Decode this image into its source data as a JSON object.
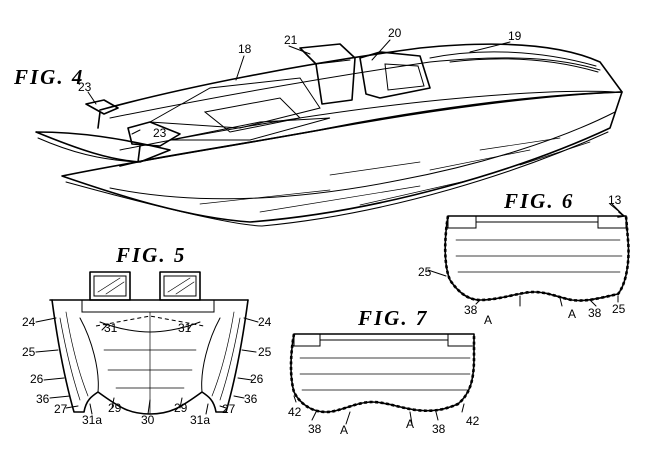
{
  "figures": {
    "fig4": "FIG. 4",
    "fig5": "FIG. 5",
    "fig6": "FIG. 6",
    "fig7": "FIG. 7"
  },
  "fig4_labels": {
    "hull_main": "19",
    "windshield": "20",
    "console": "21",
    "seat": "18",
    "engine_left": "23",
    "engine_right": "23"
  },
  "fig5_labels": {
    "left_24": "24",
    "right_24": "24",
    "left_25": "25",
    "right_25": "25",
    "left_26": "26",
    "right_26": "26",
    "left_36": "36",
    "right_36": "36",
    "left_27": "27",
    "right_27": "27",
    "left_31a": "31a",
    "right_31a": "31a",
    "left_29": "29",
    "right_29": "29",
    "center_30": "30",
    "left_31": "31",
    "right_31": "31"
  },
  "fig6_labels": {
    "ref_13": "13",
    "left_25": "25",
    "right_25": "25",
    "left_38": "38",
    "right_38": "38",
    "left_A": "A",
    "right_A": "A"
  },
  "fig7_labels": {
    "left_42": "42",
    "right_42": "42",
    "left_38": "38",
    "right_38": "38",
    "left_A": "A",
    "right_A": "A"
  }
}
